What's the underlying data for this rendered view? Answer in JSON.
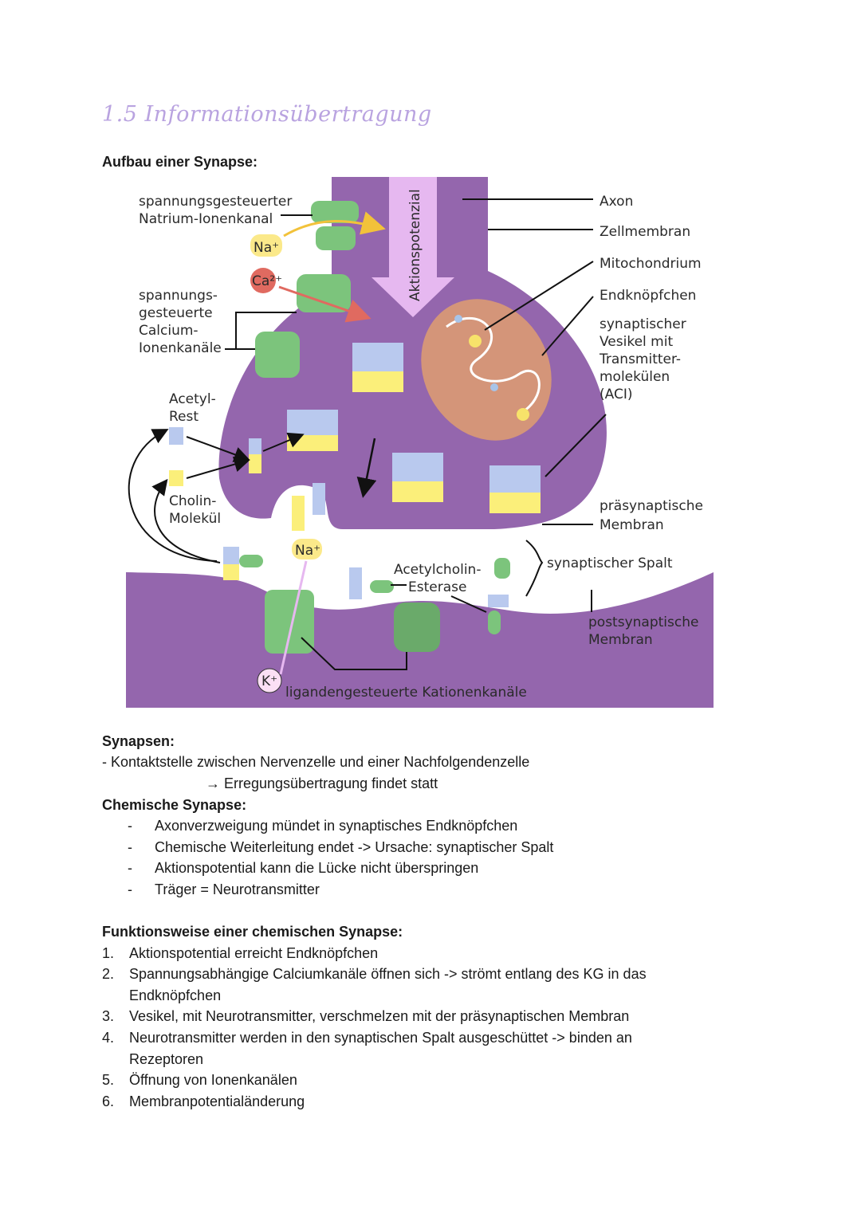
{
  "title": "1.5 Informationsübertragung",
  "diagram_heading": "Aufbau einer Synapse:",
  "diagram": {
    "labels": {
      "natrium_kanal_1": "spannungsgesteuerter",
      "natrium_kanal_2": "Natrium-Ionenkanal",
      "na_ion": "Na⁺",
      "ca_ion": "Ca²⁺",
      "calcium_1": "spannungs-",
      "calcium_2": "gesteuerte",
      "calcium_3": "Calcium-",
      "calcium_4": "Ionenkanäle",
      "acetyl_1": "Acetyl-",
      "acetyl_2": "Rest",
      "cholin_1": "Cholin-",
      "cholin_2": "Molekül",
      "na_ion_2": "Na⁺",
      "k_ion": "K⁺",
      "aktionspotenzial": "Aktionspotenzial",
      "axon": "Axon",
      "zellmembran": "Zellmembran",
      "mitochondrium": "Mitochondrium",
      "endknoepfchen": "Endknöpfchen",
      "vesikel_1": "synaptischer",
      "vesikel_2": "Vesikel mit",
      "vesikel_3": "Transmitter-",
      "vesikel_4": "molekülen",
      "vesikel_5": "(ACI)",
      "prae_1": "präsynaptische",
      "prae_2": "Membran",
      "spalt": "synaptischer Spalt",
      "esterase_1": "Acetylcholin-",
      "esterase_2": "Esterase",
      "post_1": "postsynaptische",
      "post_2": "Membran",
      "liganden": "ligandengesteuerte Kationenkanäle"
    },
    "colors": {
      "cell": "#9466ad",
      "membrane_dark": "#7b4f99",
      "arrow": "#e6b8f0",
      "mito": "#d49579",
      "channel": "#7cc47c",
      "vesicle_blue": "#b9c9ee",
      "vesicle_yellow": "#fbef7a",
      "ca": "#e06a60",
      "na": "#fbe98a"
    }
  },
  "synapsen": {
    "heading": "Synapsen:",
    "line1": "- Kontaktstelle zwischen Nervenzelle und einer Nachfolgendenzelle",
    "line2": "→ Erregungsübertragung findet statt"
  },
  "chemisch": {
    "heading": "Chemische Synapse:",
    "items": [
      "Axonverzweigung mündet in synaptisches Endknöpfchen",
      "Chemische Weiterleitung endet -> Ursache: synaptischer Spalt",
      "Aktionspotential kann die Lücke nicht überspringen",
      "Träger = Neurotransmitter"
    ]
  },
  "funktion": {
    "heading": "Funktionsweise einer chemischen Synapse:",
    "items": [
      {
        "n": "1.",
        "lines": [
          "Aktionspotential erreicht Endknöpfchen"
        ]
      },
      {
        "n": "2.",
        "lines": [
          "Spannungsabhängige Calciumkanäle öffnen sich -> strömt entlang des KG in das",
          "Endknöpfchen"
        ]
      },
      {
        "n": "3.",
        "lines": [
          "Vesikel, mit Neurotransmitter, verschmelzen mit der präsynaptischen Membran"
        ]
      },
      {
        "n": "4.",
        "lines": [
          "Neurotransmitter werden in den synaptischen Spalt ausgeschüttet -> binden an",
          "Rezeptoren"
        ]
      },
      {
        "n": "5.",
        "lines": [
          "Öffnung von Ionenkanälen"
        ]
      },
      {
        "n": "6.",
        "lines": [
          "Membranpotentialänderung"
        ]
      }
    ]
  }
}
